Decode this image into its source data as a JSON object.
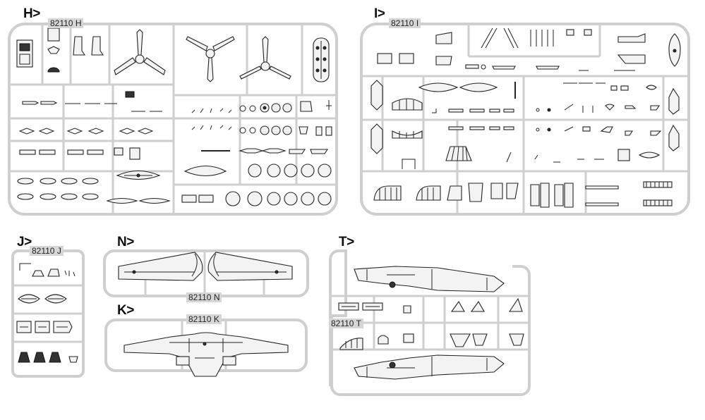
{
  "sprues": {
    "H": {
      "title": "H>",
      "code": "82110 H"
    },
    "I": {
      "title": "I>",
      "code": "82110 I"
    },
    "J": {
      "title": "J>",
      "code": "82110 J"
    },
    "N": {
      "title": "N>",
      "code": "82110 N"
    },
    "K": {
      "title": "K>",
      "code": "82110 K"
    },
    "T": {
      "title": "T>",
      "code": "82110 T"
    }
  }
}
